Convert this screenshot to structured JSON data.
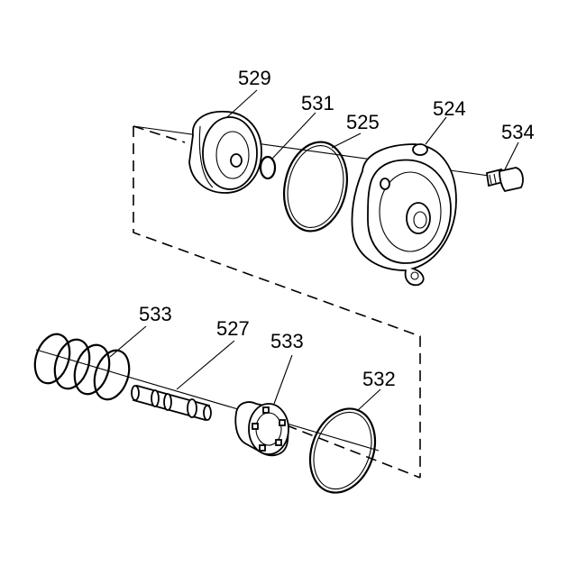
{
  "diagram": {
    "callouts": {
      "p529": "529",
      "p531": "531",
      "p525": "525",
      "p524": "524",
      "p534": "534",
      "p533a": "533",
      "p527": "527",
      "p533b": "533",
      "p532": "532"
    }
  }
}
